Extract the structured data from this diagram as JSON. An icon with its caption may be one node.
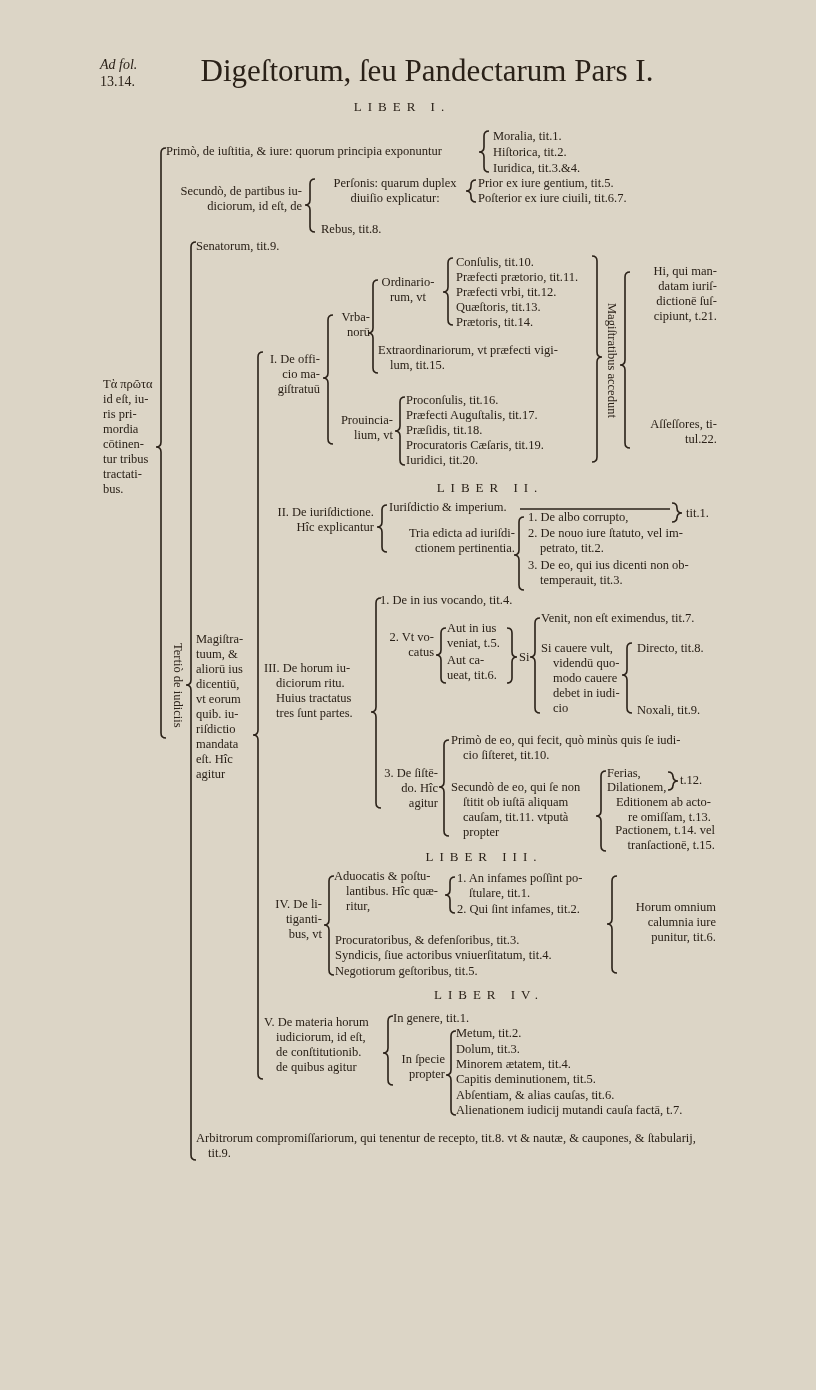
{
  "diagram": {
    "title": "Digeſtorum, ſeu Pandectarum Pars I.",
    "labels": [
      "*Ad fol.* 13.14.",
      "LIBER I.",
      "Τὰ πρῶτα id eſt, iu- ris pri- mordia cōtinen- tur tribus tractati- bus.",
      "Primò, de iuſtitia, & iure: quorum principia exponuntur",
      "Moralia, tit.1.",
      "Hiſtorica, tit.2.",
      "Iuridica, tit.3.&4.",
      "Secundò, de partibus iu- diciorum, id eſt, de",
      "Perſonis: quarum duplex diuiſio explicatur:",
      "Prior ex iure gentium, tit.5.",
      "Poſterior ex iure ciuili, tit.6.7.",
      "Rebus, tit.8.",
      "Tertiò de iudiciis",
      "Senatorum, tit.9.",
      "Magiſtra- tuum, & aliorū ius dicentiū, vt eorum quib. iu- riſdictio mandata eſt. Hîc agitur",
      "I. De offi- cio ma- giſtratuū",
      "Vrba- norū",
      "Ordinario- rum, vt",
      "Conſulis, tit.10.",
      "Præfecti prætorio, tit.11.",
      "Præfecti vrbi, tit.12.",
      "Quæſtoris, tit.13.",
      "Prætoris, tit.14.",
      "Extraordinariorum, vt præfecti vigi- lum, tit.15.",
      "Prouincia- lium, vt",
      "Proconſulis, tit.16.",
      "Præfecti Auguſtalis, tit.17.",
      "Præſidis, tit.18.",
      "Procuratoris Cæſaris, tit.19.",
      "Iuridici, tit.20.",
      "Magiſtratibus accedunt",
      "Hi, qui man- datam iuriſ- dictionē ſuſ- cipiunt, t.21.",
      "Aſſeſſores, ti- tul.22.",
      "LIBER II.",
      "II. De iuriſdictione. Hîc explicantur",
      "Iuriſdictio & imperium.",
      "tit.1.",
      "Tria edicta ad iuriſdi- ctionem pertinentia.",
      "1. De albo corrupto,",
      "2. De nouo iure ſtatuto, vel im- petrato, tit.2.",
      "3. De eo, qui ius dicenti non ob- temperauit, tit.3.",
      "III. De horum iu- diciorum ritu. Huius tractatus tres ſunt partes.",
      "1. De in ius vocando, tit.4.",
      "2. Vt vo- catus",
      "Aut in ius veniat, t.5.",
      "Aut ca- ueat, tit.6.",
      "Si",
      "Venit, non eſt eximendus, tit.7.",
      "Si cauere vult, videndū quo- modo cauere debet in iudi- cio",
      "Directo, tit.8.",
      "Noxali, tit.9.",
      "3. De ſiſtē- do. Hîc agitur",
      "Primò de eo, qui fecit, quò minùs quis ſe iudi- cio ſiſteret, tit.10.",
      "Secundò de eo, qui ſe non ſtitit ob iuſtā aliquam cauſam, tit.11. vtputà propter",
      "Ferias,",
      "Dilationem,",
      "t.12.",
      "Editionem ab acto- re omiſſam, t.13.",
      "Pactionem, t.14. vel tranſactionē, t.15.",
      "LIBER III.",
      "IV. De li- tiganti- bus, vt",
      "Aduocatis & poſtu- lantibus. Hîc quæ- ritur,",
      "1. An infames poſſint po- ſtulare, tit.1.",
      "2. Qui ſint infames, tit.2.",
      "Procuratoribus, & defenſoribus, tit.3.",
      "Syndicis, ſiue actoribus vniuerſitatum, tit.4.",
      "Negotiorum geſtoribus, tit.5.",
      "Horum omnium calumnia iure punitur, tit.6.",
      "LIBER IV.",
      "V. De materia horum iudiciorum, id eſt, de conſtitutionib. de quibus agitur",
      "In genere, tit.1.",
      "In ſpecie propter",
      "Metum, tit.2.",
      "Dolum, tit.3.",
      "Minorem ætatem, tit.4.",
      "Capitis deminutionem, tit.5.",
      "Abſentiam, & alias cauſas, tit.6.",
      "Alienationem iudicij mutandi cauſa factā, t.7.",
      "Arbitrorum compromiſſariorum, qui tenentur de recepto, tit.8. vt & nautæ, & caupones, & ſtabularij, tit.9."
    ]
  }
}
